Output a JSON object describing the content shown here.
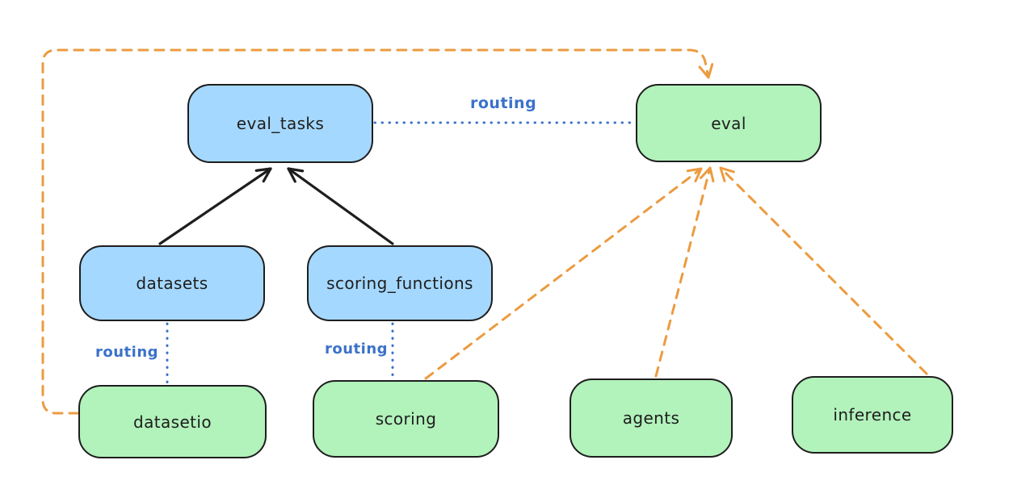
{
  "diagram": {
    "nodes": [
      {
        "id": "eval_tasks",
        "label": "eval_tasks",
        "fill": "#a5d8ff"
      },
      {
        "id": "eval",
        "label": "eval",
        "fill": "#b2f2bb"
      },
      {
        "id": "datasets",
        "label": "datasets",
        "fill": "#a5d8ff"
      },
      {
        "id": "scoring_functions",
        "label": "scoring_functions",
        "fill": "#a5d8ff"
      },
      {
        "id": "datasetio",
        "label": "datasetio",
        "fill": "#b2f2bb"
      },
      {
        "id": "scoring",
        "label": "scoring",
        "fill": "#b2f2bb"
      },
      {
        "id": "agents",
        "label": "agents",
        "fill": "#b2f2bb"
      },
      {
        "id": "inference",
        "label": "inference",
        "fill": "#b2f2bb"
      }
    ],
    "edges": [
      {
        "from": "datasets",
        "to": "eval_tasks",
        "style": "solid-arrow",
        "color": "#1e1e1e"
      },
      {
        "from": "scoring_functions",
        "to": "eval_tasks",
        "style": "solid-arrow",
        "color": "#1e1e1e"
      },
      {
        "from": "eval_tasks",
        "to": "eval",
        "style": "dotted",
        "color": "#3b72c9",
        "label": "routing"
      },
      {
        "from": "datasets",
        "to": "datasetio",
        "style": "dotted",
        "color": "#3b72c9",
        "label": "routing"
      },
      {
        "from": "scoring_functions",
        "to": "scoring",
        "style": "dotted",
        "color": "#3b72c9",
        "label": "routing"
      },
      {
        "from": "datasetio",
        "to": "eval",
        "style": "dashed-arrow",
        "color": "#ec9b40"
      },
      {
        "from": "scoring",
        "to": "eval",
        "style": "dashed-arrow",
        "color": "#ec9b40"
      },
      {
        "from": "agents",
        "to": "eval",
        "style": "dashed-arrow",
        "color": "#ec9b40"
      },
      {
        "from": "inference",
        "to": "eval",
        "style": "dashed-arrow",
        "color": "#ec9b40"
      }
    ],
    "colors": {
      "registry_fill": "#a5d8ff",
      "provider_fill": "#b2f2bb",
      "stroke": "#1e1e1e",
      "routing_blue": "#3b72c9",
      "dashed_orange": "#ec9b40",
      "background": "#ffffff"
    }
  }
}
